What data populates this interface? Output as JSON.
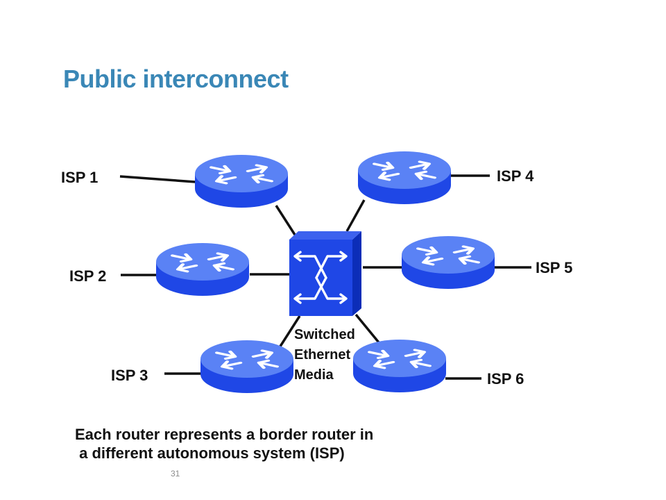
{
  "slide": {
    "title": "Public interconnect",
    "caption_line1": "Each router represents a border router in",
    "caption_line2": " a different autonomous system (ISP)",
    "slide_number": "31"
  },
  "diagram": {
    "switch": {
      "icon": "ethernet-switch-icon",
      "label_line1": "Switched",
      "label_line2": "Ethernet",
      "label_line3": "Media"
    },
    "routers": [
      {
        "id": "isp1",
        "label": "ISP 1",
        "icon": "router-icon"
      },
      {
        "id": "isp2",
        "label": "ISP 2",
        "icon": "router-icon"
      },
      {
        "id": "isp3",
        "label": "ISP 3",
        "icon": "router-icon"
      },
      {
        "id": "isp4",
        "label": "ISP 4",
        "icon": "router-icon"
      },
      {
        "id": "isp5",
        "label": "ISP 5",
        "icon": "router-icon"
      },
      {
        "id": "isp6",
        "label": "ISP 6",
        "icon": "router-icon"
      }
    ],
    "colors": {
      "router_top": "#5a82f5",
      "router_side": "#1f47e6",
      "switch_front": "#1f47e6",
      "switch_side": "#0c2db8",
      "link": "#111111",
      "title": "#3a87b6"
    }
  }
}
